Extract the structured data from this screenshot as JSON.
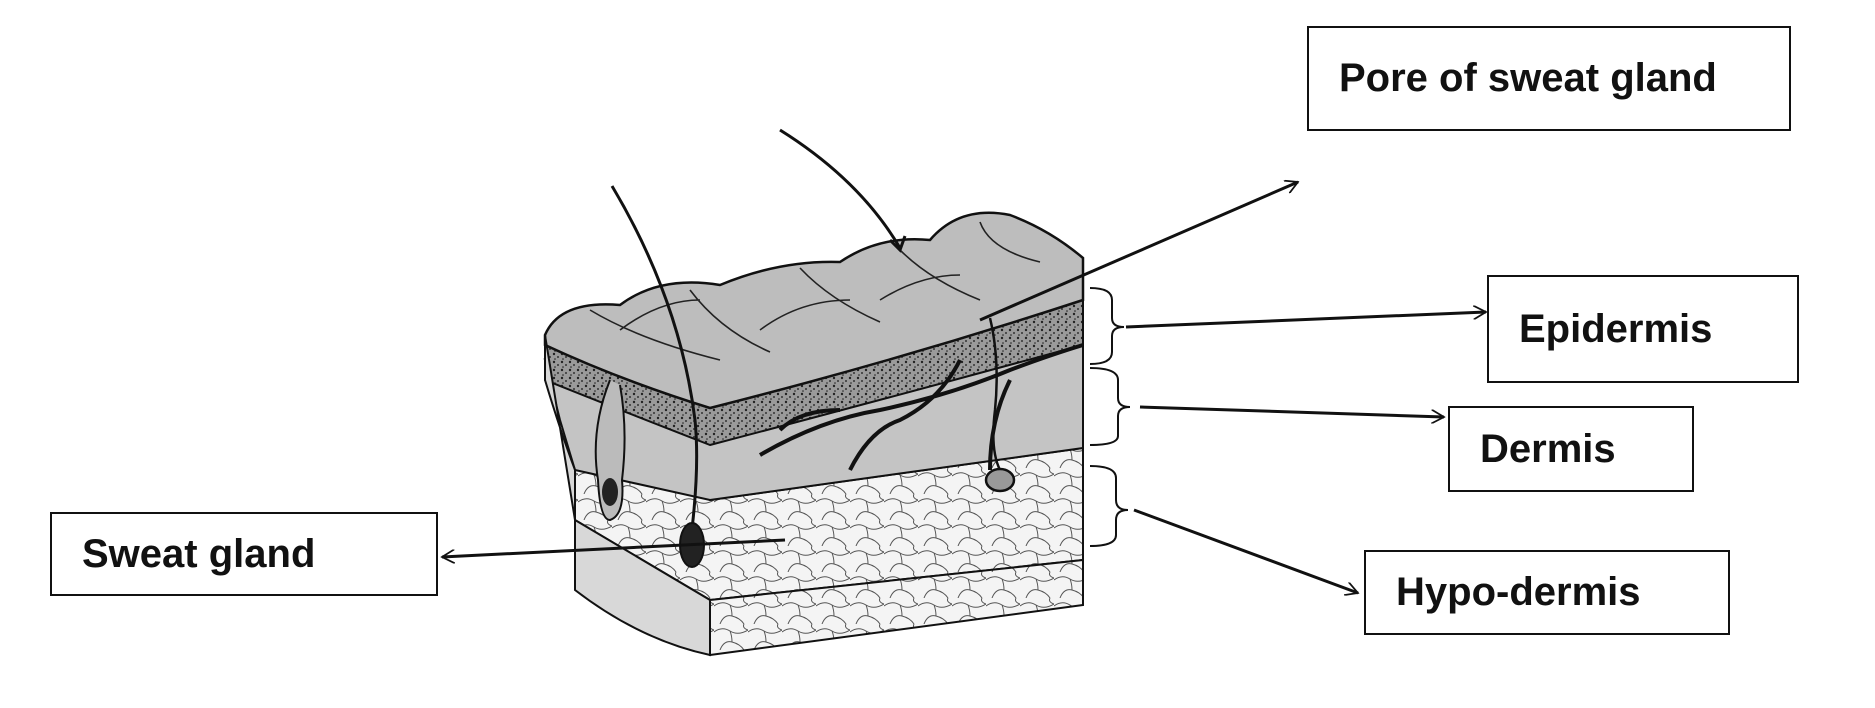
{
  "labels": {
    "pore_of_sweat_gland": "Pore of sweat gland",
    "epidermis": "Epidermis",
    "dermis": "Dermis",
    "hypodermis": "Hypo-dermis",
    "sweat_gland": "Sweat gland"
  },
  "colors": {
    "stroke": "#111111",
    "skin_surface": "#bdbdbd",
    "dermis_fill": "#c4c4c4",
    "hypodermis_fill": "#f2f2f2",
    "stratum_fill": "#8a8a8a"
  }
}
